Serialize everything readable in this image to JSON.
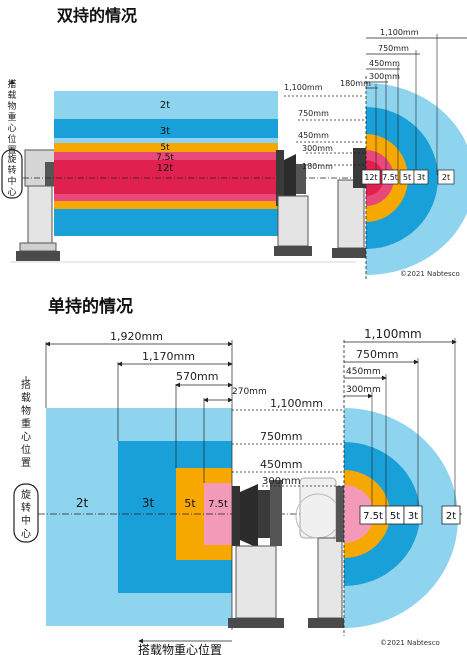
{
  "colors": {
    "zone_2t": "#8fd4ef",
    "zone_3t": "#1aa0d8",
    "zone_5t": "#f7a800",
    "zone_7_5t": "#e8497a",
    "zone_12t": "#e0214f",
    "machine": "#3d3d3d",
    "machine_light": "#e6e6e6",
    "text": "#222222"
  },
  "upper": {
    "title": "双持的情况",
    "vertical_label": "搭载物重心位置",
    "rotation_label": "旋转中心",
    "bands": [
      "2t",
      "3t",
      "5t",
      "7.5t",
      "12t"
    ],
    "side_dims": [
      "1,100mm",
      "750mm",
      "450mm",
      "300mm",
      "180mm"
    ],
    "top_dims": [
      "1,100mm",
      "750mm",
      "450mm",
      "300mm",
      "180mm"
    ],
    "weights": [
      "12t",
      "7.5t",
      "5t",
      "3t",
      "2t"
    ],
    "copyright": "©2021 Nabtesco"
  },
  "lower": {
    "title": "单持的情况",
    "vertical_label": "搭载物重心位置",
    "rotation_label": "旋转中心",
    "bottom_label": "搭载物重心位置",
    "zones": [
      "2t",
      "3t",
      "5t",
      "7.5t"
    ],
    "width_dims": [
      "1,920mm",
      "1,170mm",
      "570mm",
      "270mm"
    ],
    "side_dims": [
      "1,100mm",
      "750mm",
      "450mm",
      "300mm"
    ],
    "top_dims": [
      "1,100mm",
      "750mm",
      "450mm",
      "300mm"
    ],
    "weights": [
      "7.5t",
      "5t",
      "3t",
      "2t"
    ],
    "copyright": "©2021 Nabtesco"
  }
}
